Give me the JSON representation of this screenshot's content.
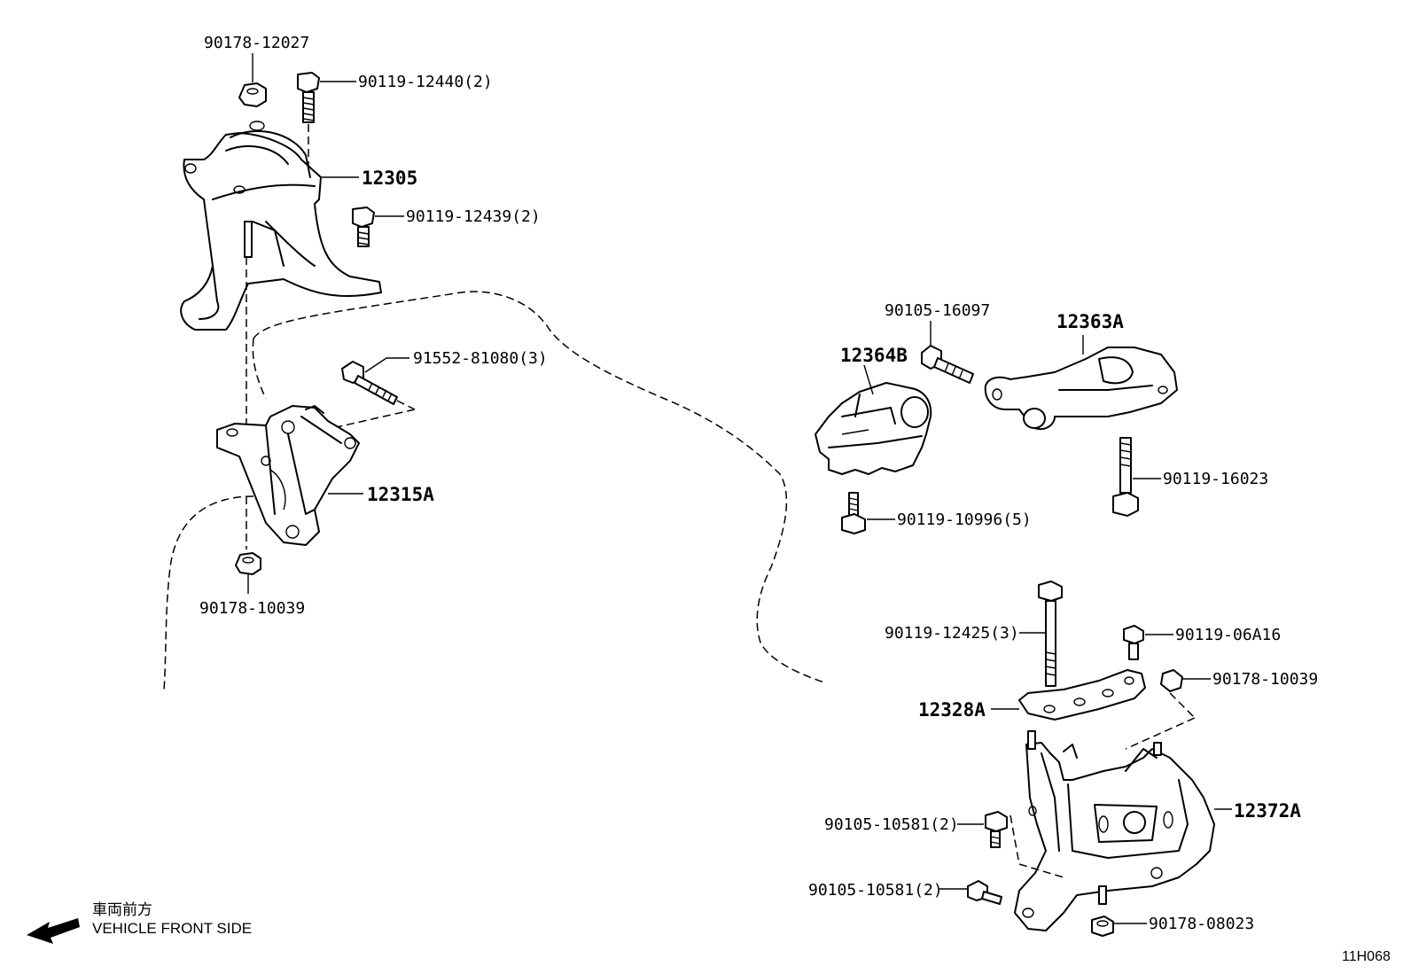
{
  "labels": {
    "nut_90178_12027": "90178-12027",
    "bolt_90119_12440": "90119-12440(2)",
    "part_12305": "12305",
    "bolt_90119_12439": "90119-12439(2)",
    "bolt_91552_81080": "91552-81080(3)",
    "part_12315A": "12315A",
    "nut_90178_10039_left": "90178-10039",
    "bolt_90105_16097": "90105-16097",
    "part_12363A": "12363A",
    "part_12364B": "12364B",
    "bolt_90119_16023": "90119-16023",
    "bolt_90119_10996": "90119-10996(5)",
    "bolt_90119_12425": "90119-12425(3)",
    "bolt_90119_06A16": "90119-06A16",
    "nut_90178_10039_right": "90178-10039",
    "part_12328A": "12328A",
    "part_12372A": "12372A",
    "bolt_90105_10581_a": "90105-10581(2)",
    "bolt_90105_10581_b": "90105-10581(2)",
    "nut_90178_08023": "90178-08023"
  },
  "direction": {
    "japanese": "車両前方",
    "english": "VEHICLE FRONT SIDE",
    "icon": "arrow-left-icon"
  },
  "diagram_code": "11H068"
}
